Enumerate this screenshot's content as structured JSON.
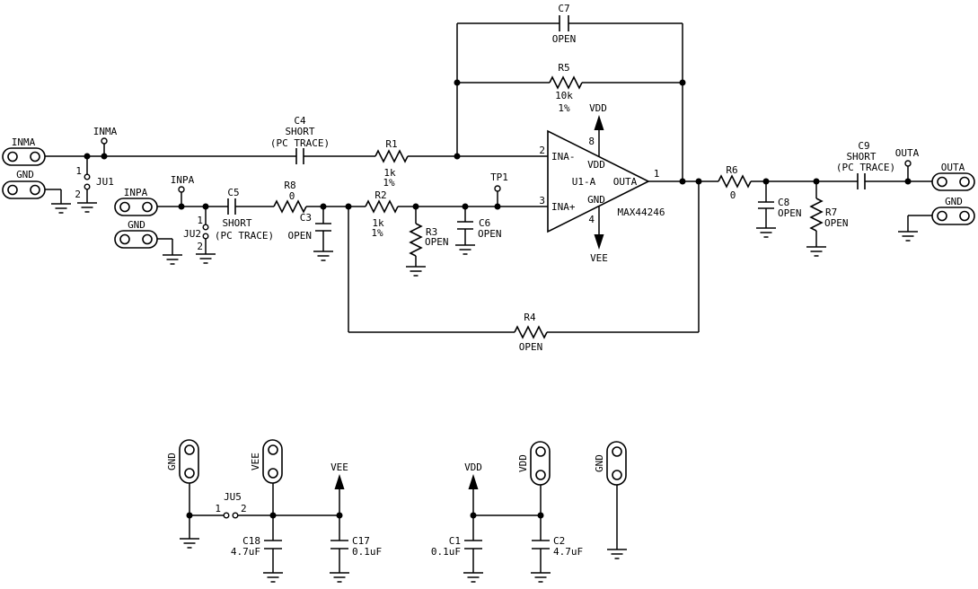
{
  "components": {
    "C7": {
      "ref": "C7",
      "value": "OPEN"
    },
    "R5": {
      "ref": "R5",
      "value": "10k",
      "tolerance": "1%"
    },
    "C4": {
      "ref": "C4",
      "value": "SHORT",
      "note": "(PC TRACE)"
    },
    "R1": {
      "ref": "R1",
      "value": "1k",
      "tolerance": "1%"
    },
    "C5": {
      "ref": "C5",
      "value": "SHORT",
      "note": "(PC TRACE)"
    },
    "R8": {
      "ref": "R8",
      "value": "0"
    },
    "C3": {
      "ref": "C3",
      "value": "OPEN"
    },
    "R2": {
      "ref": "R2",
      "value": "1k",
      "tolerance": "1%"
    },
    "R3": {
      "ref": "R3",
      "value": "OPEN"
    },
    "C6": {
      "ref": "C6",
      "value": "OPEN"
    },
    "R4": {
      "ref": "R4",
      "value": "OPEN"
    },
    "R6": {
      "ref": "R6",
      "value": "0"
    },
    "C8": {
      "ref": "C8",
      "value": "OPEN"
    },
    "R7": {
      "ref": "R7",
      "value": "OPEN"
    },
    "C9": {
      "ref": "C9",
      "value": "SHORT",
      "note": "(PC TRACE)"
    },
    "C18": {
      "ref": "C18",
      "value": "4.7uF"
    },
    "C17": {
      "ref": "C17",
      "value": "0.1uF"
    },
    "C1": {
      "ref": "C1",
      "value": "0.1uF"
    },
    "C2": {
      "ref": "C2",
      "value": "4.7uF"
    }
  },
  "opamp": {
    "designator": "U1-A",
    "part": "MAX44246",
    "pins": {
      "in_neg_num": "2",
      "in_neg_name": "INA-",
      "in_pos_num": "3",
      "in_pos_name": "INA+",
      "vdd_num": "8",
      "vdd_name": "VDD",
      "gnd_num": "4",
      "gnd_name": "GND",
      "out_num": "1",
      "out_name": "OUTA"
    }
  },
  "connectors": {
    "inma": "INMA",
    "gnd_inma": "GND",
    "inpa": "INPA",
    "gnd_inpa": "GND",
    "outa": "OUTA",
    "gnd_outa": "GND",
    "gnd_neg_rail": "GND",
    "vee": "VEE",
    "vdd": "VDD",
    "gnd_pos_rail": "GND"
  },
  "jumpers": {
    "JU1": {
      "ref": "JU1",
      "pin1": "1",
      "pin2": "2"
    },
    "JU2": {
      "ref": "JU2",
      "pin1": "1",
      "pin2": "2"
    },
    "JU5": {
      "ref": "JU5",
      "pin1": "1",
      "pin2": "2"
    }
  },
  "testpoints": {
    "inma": "INMA",
    "inpa": "INPA",
    "tp1": "TP1",
    "outa": "OUTA"
  },
  "power": {
    "vdd_opamp": "VDD",
    "vee_opamp": "VEE",
    "vee_rail": "VEE",
    "vdd_rail": "VDD"
  },
  "colors": {
    "line": "#000000",
    "background": "#ffffff"
  }
}
